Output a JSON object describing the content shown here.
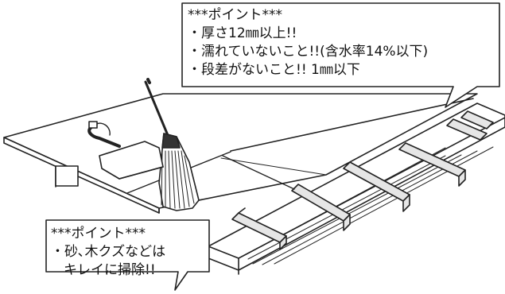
{
  "callouts": {
    "top": {
      "heading": "***ポイント***",
      "points": [
        "・厚さ12㎜以上!!",
        "・濡れていないこと!!(含水率14%以下)",
        "・段差がないこと!! 1㎜以下"
      ]
    },
    "bottom": {
      "heading": "***ポイント***",
      "lines": [
        "・砂､木クズなどは",
        "キレイに掃除!!"
      ]
    }
  }
}
